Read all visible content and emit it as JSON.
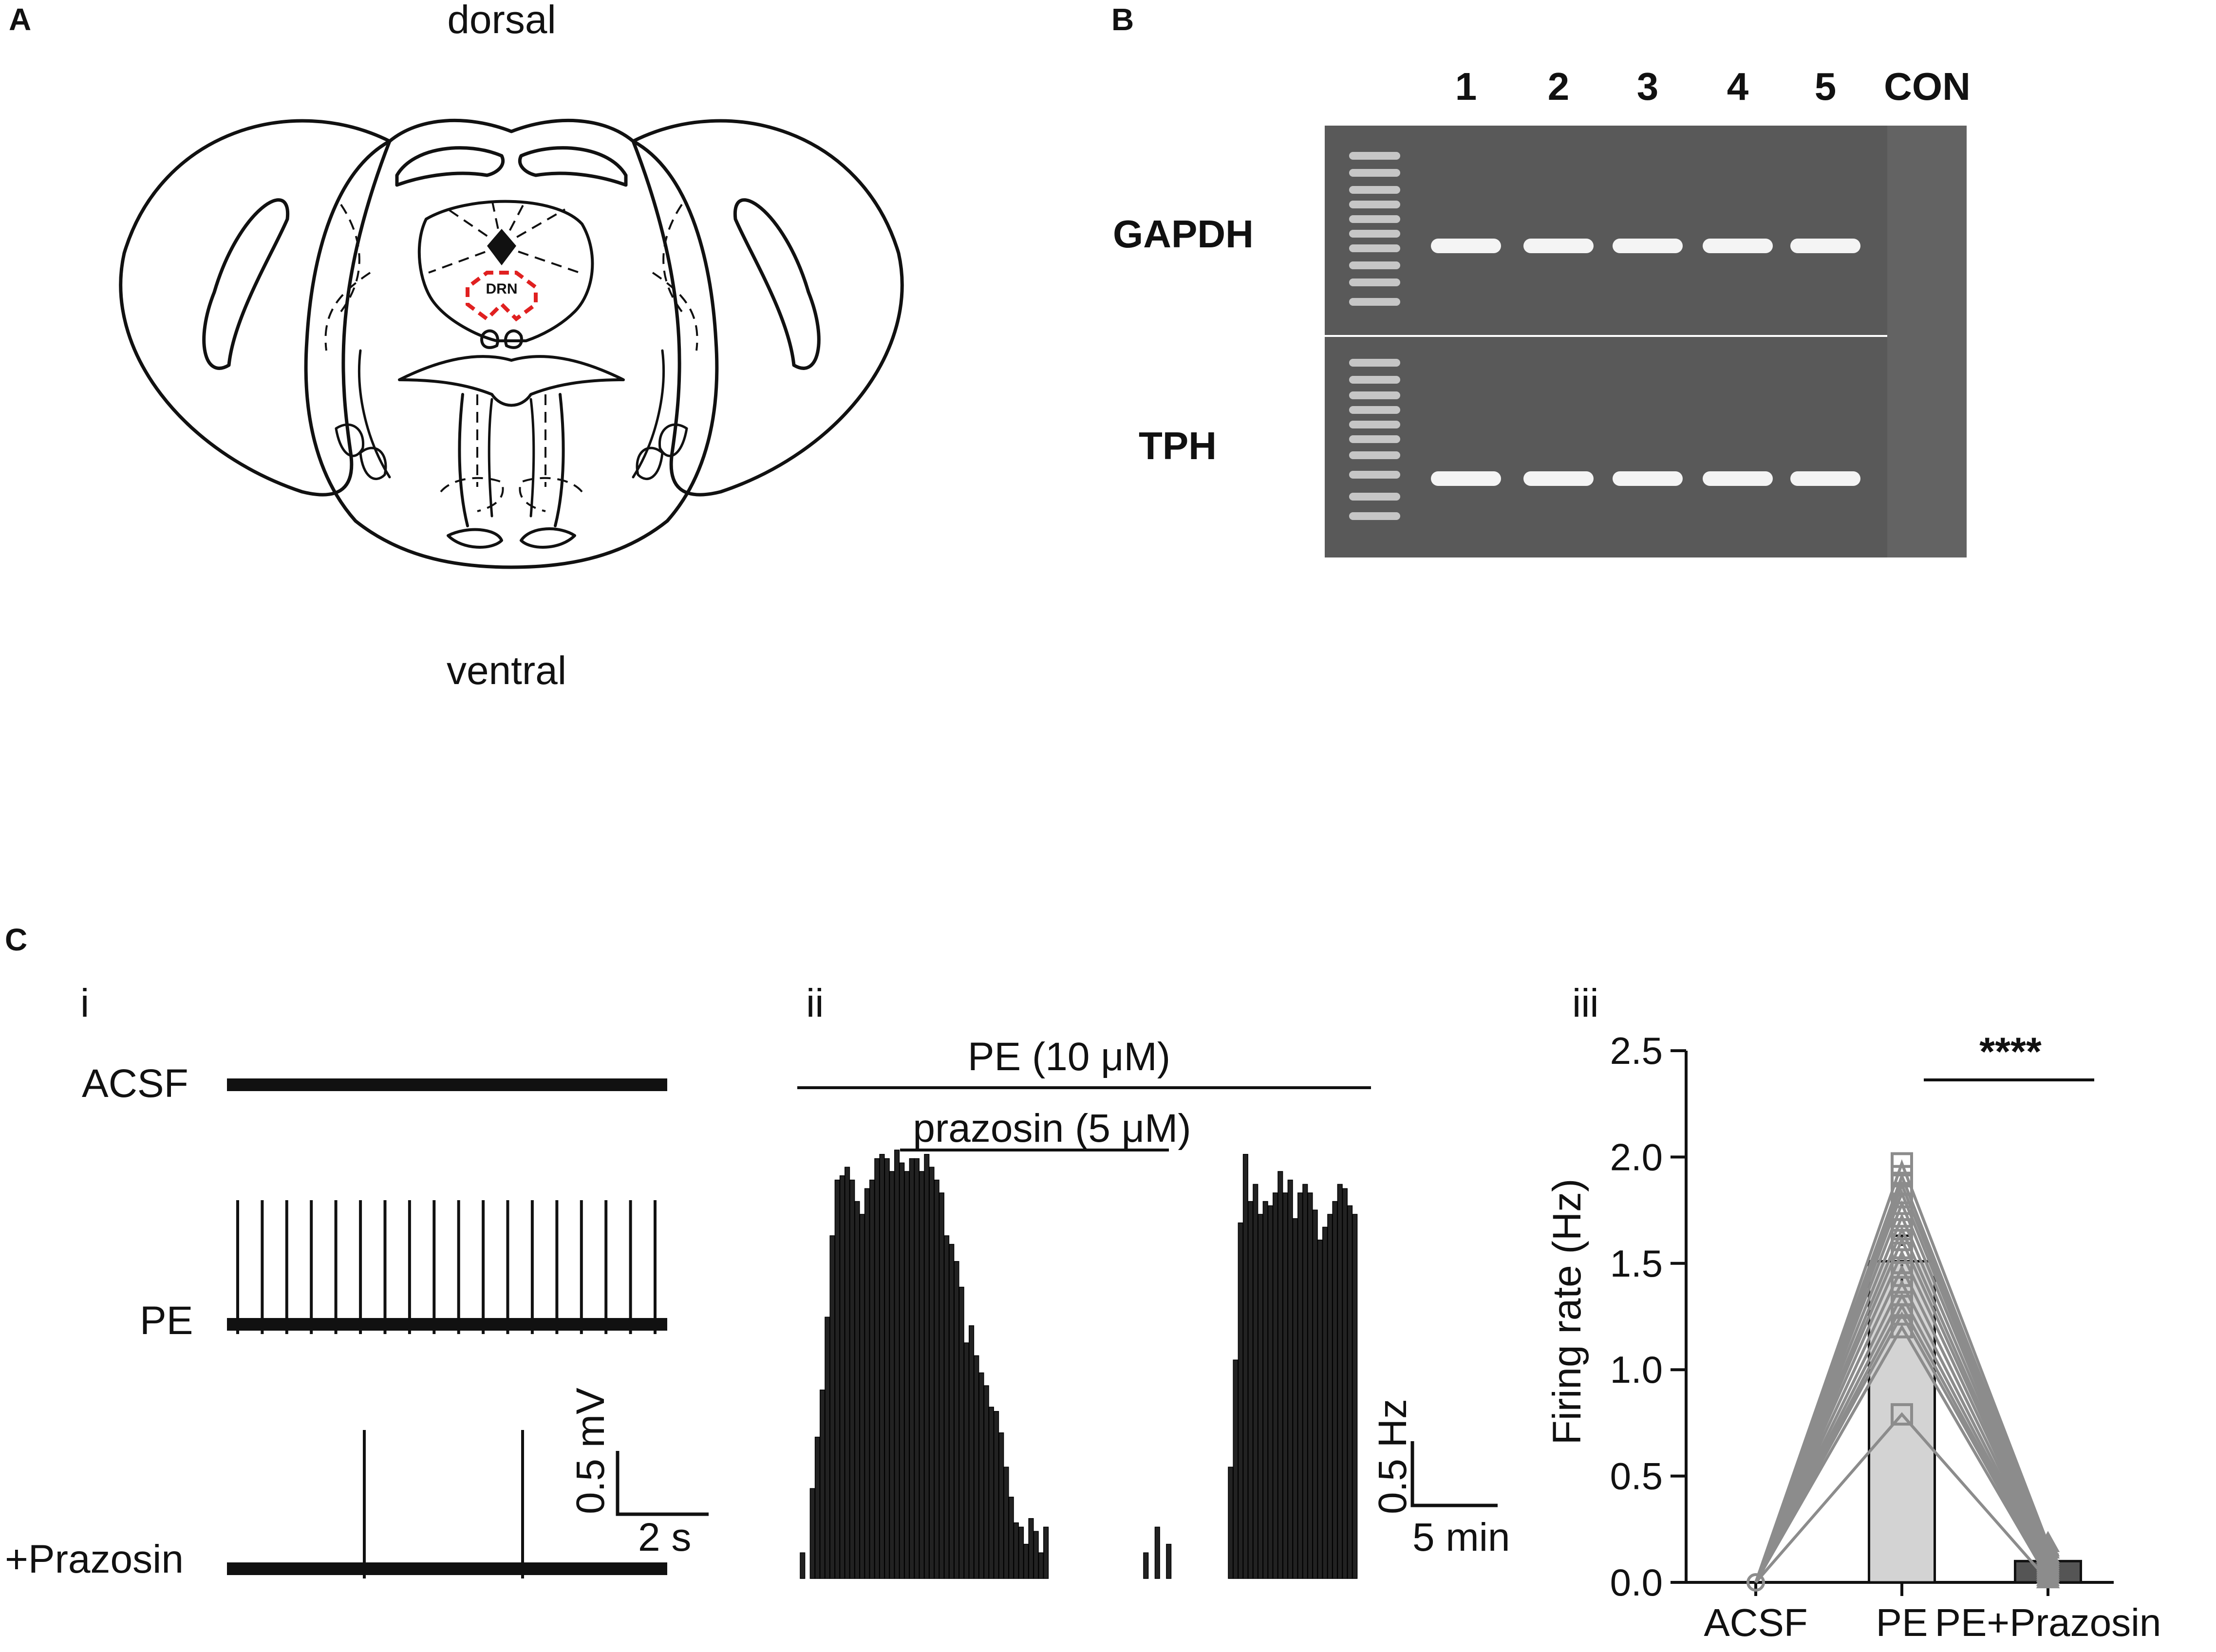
{
  "panel_a": {
    "letter": "A",
    "dorsal": "dorsal",
    "ventral": "ventral",
    "region": "DRN"
  },
  "panel_b": {
    "letter": "B",
    "lanes": [
      "1",
      "2",
      "3",
      "4",
      "5",
      "CON"
    ],
    "rows": [
      "GAPDH",
      "TPH"
    ]
  },
  "panel_c": {
    "letter": "C",
    "sub_i": {
      "label": "i",
      "traces": [
        {
          "name": "ACSF",
          "spikes": 0
        },
        {
          "name": "PE",
          "spikes": 18
        },
        {
          "name": "+Prazosin",
          "spikes": 2
        }
      ],
      "scale_v": "0.5 mV",
      "scale_t": "2 s"
    },
    "sub_ii": {
      "label": "ii",
      "pe_label": "PE (10 μM)",
      "prazosin_label": "prazosin (5 μM)",
      "scale_rate": "0.5 Hz",
      "scale_time": "5 min"
    },
    "sub_iii": {
      "label": "iii"
    }
  },
  "colors": {
    "gel_bg": "#595959",
    "band": "#f4f4f4",
    "bar_fill": "#d3d3d3",
    "line_gray": "#8c8c8c",
    "prazosin_bar": "#555555",
    "drn_dash": "#e02020"
  },
  "histogram": {
    "segment1": [
      0.06,
      0,
      0.21,
      0.33,
      0.44,
      0.61,
      0.8,
      0.93,
      0.94,
      0.96,
      0.93,
      0.88,
      0.85,
      0.91,
      0.93,
      0.98,
      0.99,
      0.98,
      0.95,
      1.0,
      0.97,
      0.95,
      0.98,
      0.98,
      0.95,
      0.99,
      0.96,
      0.93,
      0.9,
      0.8,
      0.78,
      0.74,
      0.68,
      0.55,
      0.59,
      0.52,
      0.48,
      0.45,
      0.4,
      0.39,
      0.34,
      0.26,
      0.19,
      0.13,
      0.12,
      0.08,
      0.14,
      0.11,
      0.06,
      0.12
    ],
    "segment2": [
      0.06,
      0.12,
      0.08
    ],
    "segment3": [
      0.26,
      0.51,
      0.83,
      0.99,
      0.88,
      0.92,
      0.85,
      0.88,
      0.87,
      0.9,
      0.95,
      0.9,
      0.93,
      0.84,
      0.9,
      0.92,
      0.9,
      0.86,
      0.79,
      0.82,
      0.85,
      0.88,
      0.92,
      0.91,
      0.87,
      0.85
    ]
  },
  "chart_data": {
    "type": "bar",
    "categories": [
      "ACSF",
      "PE",
      "PE+Prazosin"
    ],
    "values": [
      0,
      1.51,
      0.1
    ],
    "errors": [
      0,
      0.12,
      0.03
    ],
    "ylabel": "Firing rate (Hz)",
    "ylim": [
      0,
      2.5
    ],
    "yticks": [
      "0.0",
      "0.5",
      "1.0",
      "1.5",
      "2.0",
      "2.5"
    ],
    "significance": "****",
    "paired_pe_values": [
      1.97,
      1.91,
      1.87,
      1.83,
      1.78,
      1.72,
      1.66,
      1.61,
      1.55,
      1.48,
      1.41,
      1.35,
      1.3,
      1.26,
      1.2,
      0.79
    ],
    "paired_prazosin_values": [
      0.18,
      0.16,
      0.15,
      0.13,
      0.12,
      0.11,
      0.1,
      0.09,
      0.08,
      0.07,
      0.06,
      0.05,
      0.04,
      0.03,
      0.02,
      0.01
    ],
    "grid": false
  }
}
